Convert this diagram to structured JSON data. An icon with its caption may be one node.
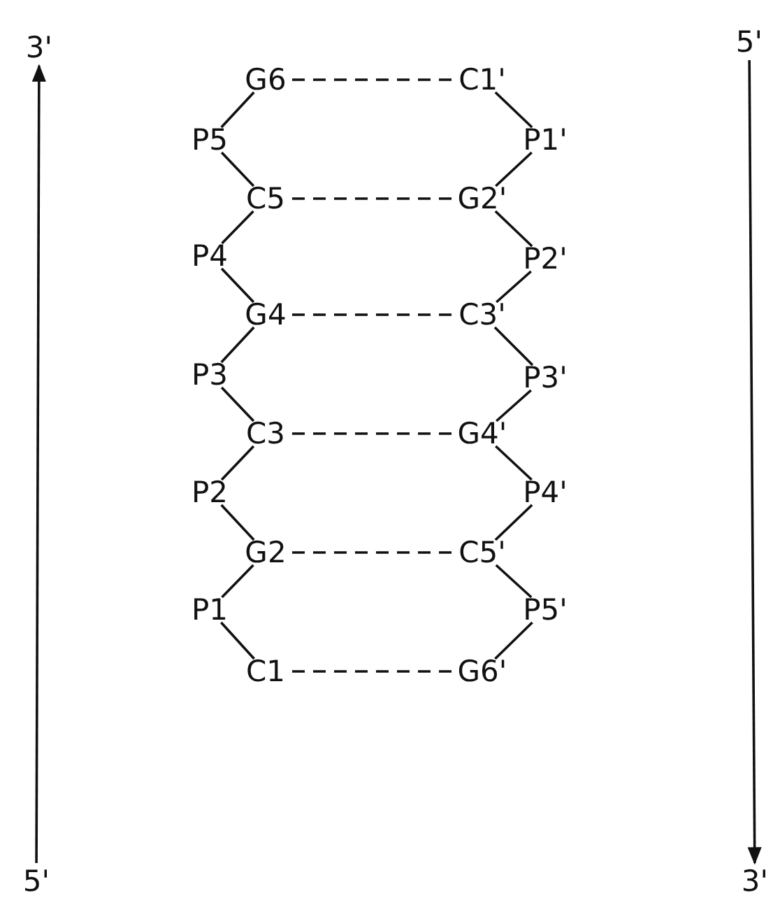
{
  "diagram": {
    "nodes": [
      {
        "text": [
          "3'"
        ]
      },
      {
        "text": [
          "5'"
        ]
      },
      {
        "text": [
          "G6"
        ]
      },
      {
        "text": [
          "C1'"
        ]
      },
      {
        "text": [
          "P5"
        ]
      },
      {
        "text": [
          "P1'"
        ]
      },
      {
        "text": [
          "C5"
        ]
      },
      {
        "text": [
          "G2'"
        ]
      },
      {
        "text": [
          "P4"
        ]
      },
      {
        "text": [
          "P2'"
        ]
      },
      {
        "text": [
          "G4"
        ]
      },
      {
        "text": [
          "C3'"
        ]
      },
      {
        "text": [
          "P3"
        ]
      },
      {
        "text": [
          "P3'"
        ]
      },
      {
        "text": [
          "C3"
        ]
      },
      {
        "text": [
          "G4'"
        ]
      },
      {
        "text": [
          "P2"
        ]
      },
      {
        "text": [
          "P4'"
        ]
      },
      {
        "text": [
          "G2"
        ]
      },
      {
        "text": [
          "C5'"
        ]
      },
      {
        "text": [
          "P1"
        ]
      },
      {
        "text": [
          "P5'"
        ]
      },
      {
        "text": [
          "C1"
        ]
      },
      {
        "text": [
          "G6'"
        ]
      },
      {
        "text": [
          "5'"
        ]
      },
      {
        "text": [
          "3'"
        ]
      }
    ],
    "edges": [
      {
        "from": 24,
        "to": 0,
        "arrow": "to"
      },
      {
        "from": 1,
        "to": 25,
        "arrow": "to"
      },
      {
        "from": 2,
        "to": 3,
        "arrow": "none",
        "style": "dashed"
      },
      {
        "from": 6,
        "to": 7,
        "arrow": "none",
        "style": "dashed"
      },
      {
        "from": 10,
        "to": 11,
        "arrow": "none",
        "style": "dashed"
      },
      {
        "from": 14,
        "to": 15,
        "arrow": "none",
        "style": "dashed"
      },
      {
        "from": 18,
        "to": 19,
        "arrow": "none",
        "style": "dashed"
      },
      {
        "from": 22,
        "to": 23,
        "arrow": "none",
        "style": "dashed"
      },
      {
        "from": 4,
        "to": 2,
        "arrow": "none"
      },
      {
        "from": 4,
        "to": 6,
        "arrow": "none"
      },
      {
        "from": 8,
        "to": 6,
        "arrow": "none"
      },
      {
        "from": 8,
        "to": 10,
        "arrow": "none"
      },
      {
        "from": 12,
        "to": 10,
        "arrow": "none"
      },
      {
        "from": 12,
        "to": 14,
        "arrow": "none"
      },
      {
        "from": 16,
        "to": 14,
        "arrow": "none"
      },
      {
        "from": 16,
        "to": 18,
        "arrow": "none"
      },
      {
        "from": 20,
        "to": 18,
        "arrow": "none"
      },
      {
        "from": 20,
        "to": 22,
        "arrow": "none"
      },
      {
        "from": 3,
        "to": 5,
        "arrow": "none"
      },
      {
        "from": 5,
        "to": 7,
        "arrow": "none"
      },
      {
        "from": 7,
        "to": 9,
        "arrow": "none"
      },
      {
        "from": 9,
        "to": 11,
        "arrow": "none"
      },
      {
        "from": 11,
        "to": 13,
        "arrow": "none"
      },
      {
        "from": 13,
        "to": 15,
        "arrow": "none"
      },
      {
        "from": 15,
        "to": 17,
        "arrow": "none"
      },
      {
        "from": 17,
        "to": 19,
        "arrow": "none"
      },
      {
        "from": 19,
        "to": 21,
        "arrow": "none"
      },
      {
        "from": 21,
        "to": 23,
        "arrow": "none"
      }
    ]
  }
}
